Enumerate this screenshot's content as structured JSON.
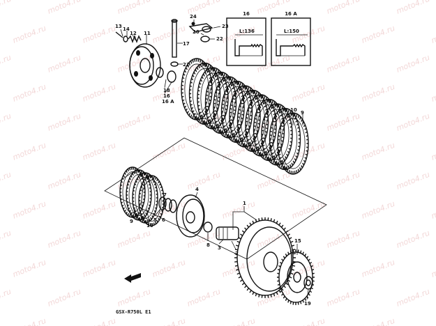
{
  "watermark": "moto4.ru",
  "model_code": "GSX-R750L E1",
  "inset_left": {
    "number": "16",
    "dimension": "L:136"
  },
  "inset_right": {
    "number": "16 A",
    "dimension": "L:150"
  },
  "callouts": {
    "c13": "13",
    "c14": "14",
    "c12": "12",
    "c11": "11",
    "c24": "24",
    "c23": "23",
    "c20": "20",
    "c22": "22",
    "c17": "17",
    "c21": "21",
    "c18": "18",
    "c16": "16",
    "c16a": "16 A",
    "c10a": "10",
    "c9a": "9",
    "c4": "4",
    "c7": "7",
    "c6": "6",
    "c5": "5",
    "c9b": "9",
    "c10b": "10",
    "c8": "8",
    "c3": "3",
    "c2": "2",
    "c1": "1",
    "c15": "15",
    "c19": "19"
  }
}
